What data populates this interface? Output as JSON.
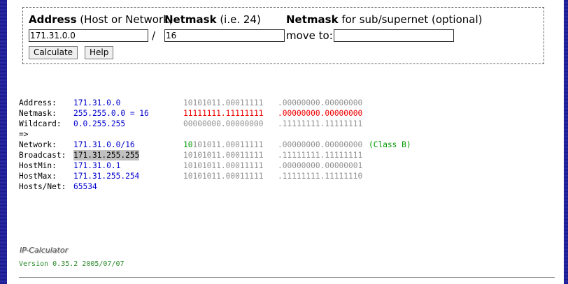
{
  "form": {
    "address_bold": "Address",
    "address_rest": " (Host or Network)",
    "netmask_bold": "Netmask",
    "netmask_rest": " (i.e. 24)",
    "subnet_bold": "Netmask",
    "subnet_rest": " for sub/supernet (optional)",
    "address_value": "171.31.0.0",
    "netmask_value": "16",
    "slash": "/",
    "move_to_label": "move to:",
    "move_to_value": "",
    "calculate_label": "Calculate",
    "help_label": "Help"
  },
  "results": {
    "address": {
      "label": "Address:",
      "value": "171.31.0.0",
      "bin_a": "10101011.00011111",
      "bin_b": ".00000000.00000000"
    },
    "netmask": {
      "label": "Netmask:",
      "value": "255.255.0.0 = 16",
      "bin_a": "11111111.11111111",
      "bin_b": ".00000000.00000000"
    },
    "wildcard": {
      "label": "Wildcard:",
      "value": "0.0.255.255",
      "bin_a": "00000000.00000000",
      "bin_b": ".11111111.11111111"
    },
    "arrow": "=>",
    "network": {
      "label": "Network:",
      "value": "171.31.0.0/16",
      "bin_prefix": "10",
      "bin_a": "101011.00011111",
      "bin_b": ".00000000.00000000",
      "class": "(Class B)"
    },
    "broadcast": {
      "label": "Broadcast:",
      "value": "171.31.255.255",
      "bin_a": "10101011.00011111",
      "bin_b": ".11111111.11111111"
    },
    "hostmin": {
      "label": "HostMin:",
      "value": "171.31.0.1",
      "bin_a": "10101011.00011111",
      "bin_b": ".00000000.00000001"
    },
    "hostmax": {
      "label": "HostMax:",
      "value": "171.31.255.254",
      "bin_a": "10101011.00011111",
      "bin_b": ".11111111.11111110"
    },
    "hosts": {
      "label": "Hosts/Net:",
      "value": "65534"
    }
  },
  "footer": {
    "logo_text": "IP-Calculator",
    "version": "Version 0.35.2 2005/07/07"
  },
  "colors": {
    "background_stripes": "#1a1a8c",
    "value_blue": "#0000cc",
    "binary_gray": "#909090",
    "netmask_red": "#ee0000",
    "network_green": "#009900",
    "version_green": "#2b8a2b"
  }
}
